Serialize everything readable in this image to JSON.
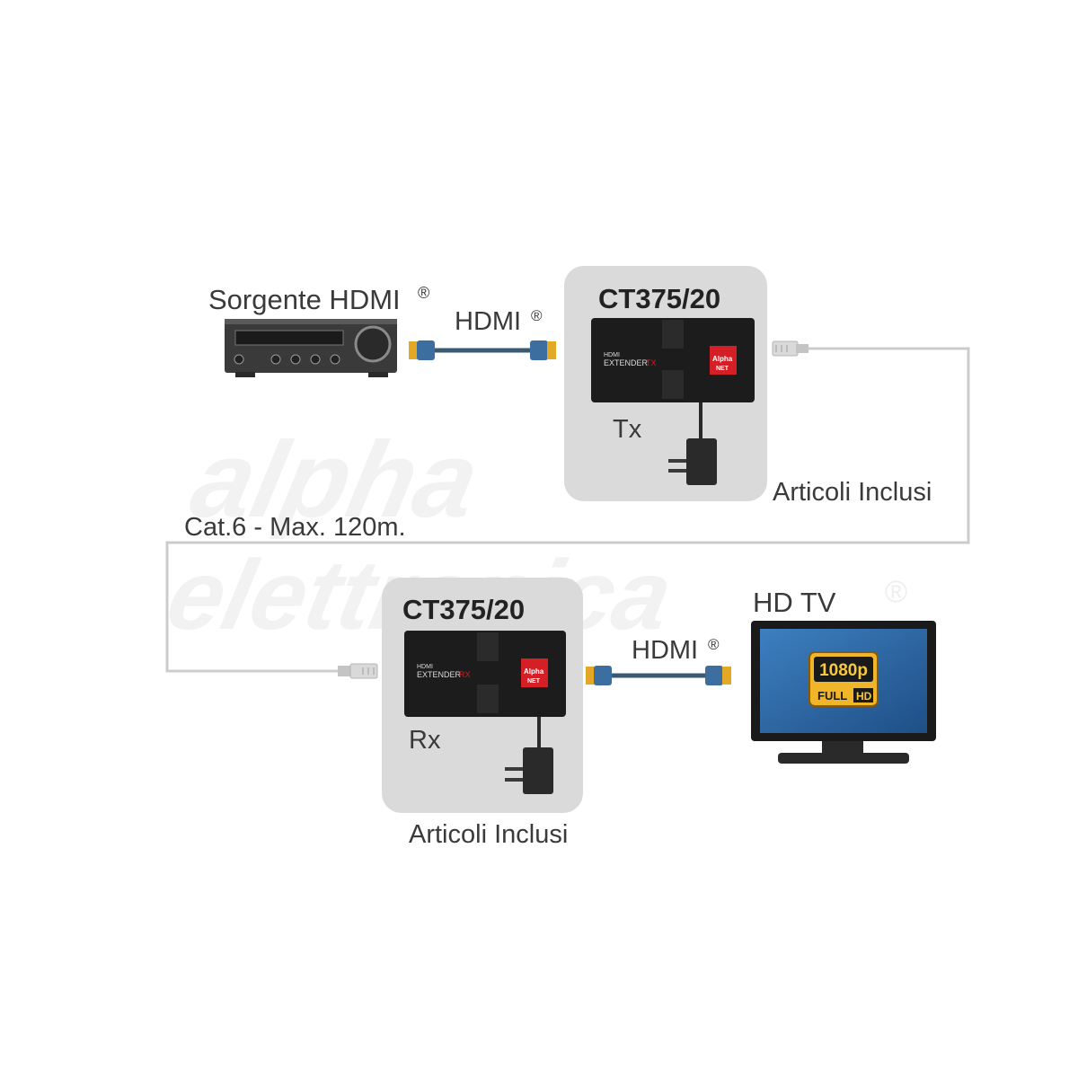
{
  "colors": {
    "card_bg": "#dadada",
    "cable_cat6": "#c9c9c9",
    "hdmi_cable": "#3a5a74",
    "hdmi_plug": "#3c6fa0",
    "plug_gold": "#e3a825",
    "device_body": "#1c1c1c",
    "brand_red": "#d41f26",
    "tv_screen": "#2f6aa8",
    "badge_gold": "#f1b52a",
    "watermark": "#f3f3f3"
  },
  "source": {
    "label": "Sorgente HDMI",
    "reg": "®",
    "icon": "av-receiver-icon"
  },
  "cable_top": {
    "label": "HDMI",
    "reg": "®"
  },
  "tx": {
    "model": "CT375/20",
    "role": "Tx",
    "included": "Articoli Inclusi",
    "device_line1": "HDMI",
    "device_line2": "EXTENDER",
    "device_tag": "TX",
    "logo_line1": "Alpha",
    "logo_line2": "NET"
  },
  "cat6": {
    "label": "Cat.6 - Max. 120m."
  },
  "rx": {
    "model": "CT375/20",
    "role": "Rx",
    "included": "Articoli Inclusi",
    "device_line1": "HDMI",
    "device_line2": "EXTENDER",
    "device_tag": "RX",
    "logo_line1": "Alpha",
    "logo_line2": "NET"
  },
  "cable_bottom": {
    "label": "HDMI",
    "reg": "®"
  },
  "tv": {
    "label": "HD TV",
    "badge_res": "1080p",
    "badge_full": "FULL",
    "badge_hd": "HD",
    "icon": "tv-icon"
  },
  "watermark": {
    "line1": "alpha",
    "line2": "elettronica",
    "reg": "®"
  }
}
